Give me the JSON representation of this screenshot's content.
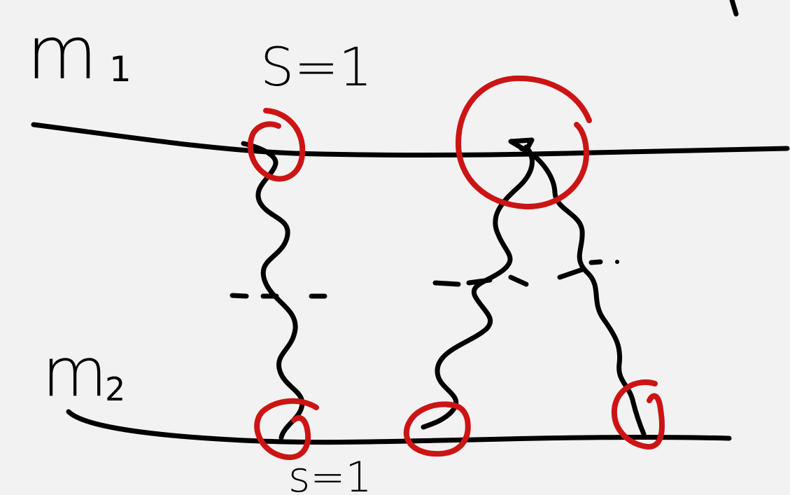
{
  "diagram": {
    "labels": {
      "mass_top": "m",
      "mass_top_sub": "1",
      "mass_bottom": "m",
      "mass_bottom_sub": "2",
      "spin_top": "S=1",
      "spin_bottom": "s=1"
    },
    "colors": {
      "background": "#f2f2f2",
      "ink": "#000000",
      "highlight": "#cc1414"
    }
  }
}
